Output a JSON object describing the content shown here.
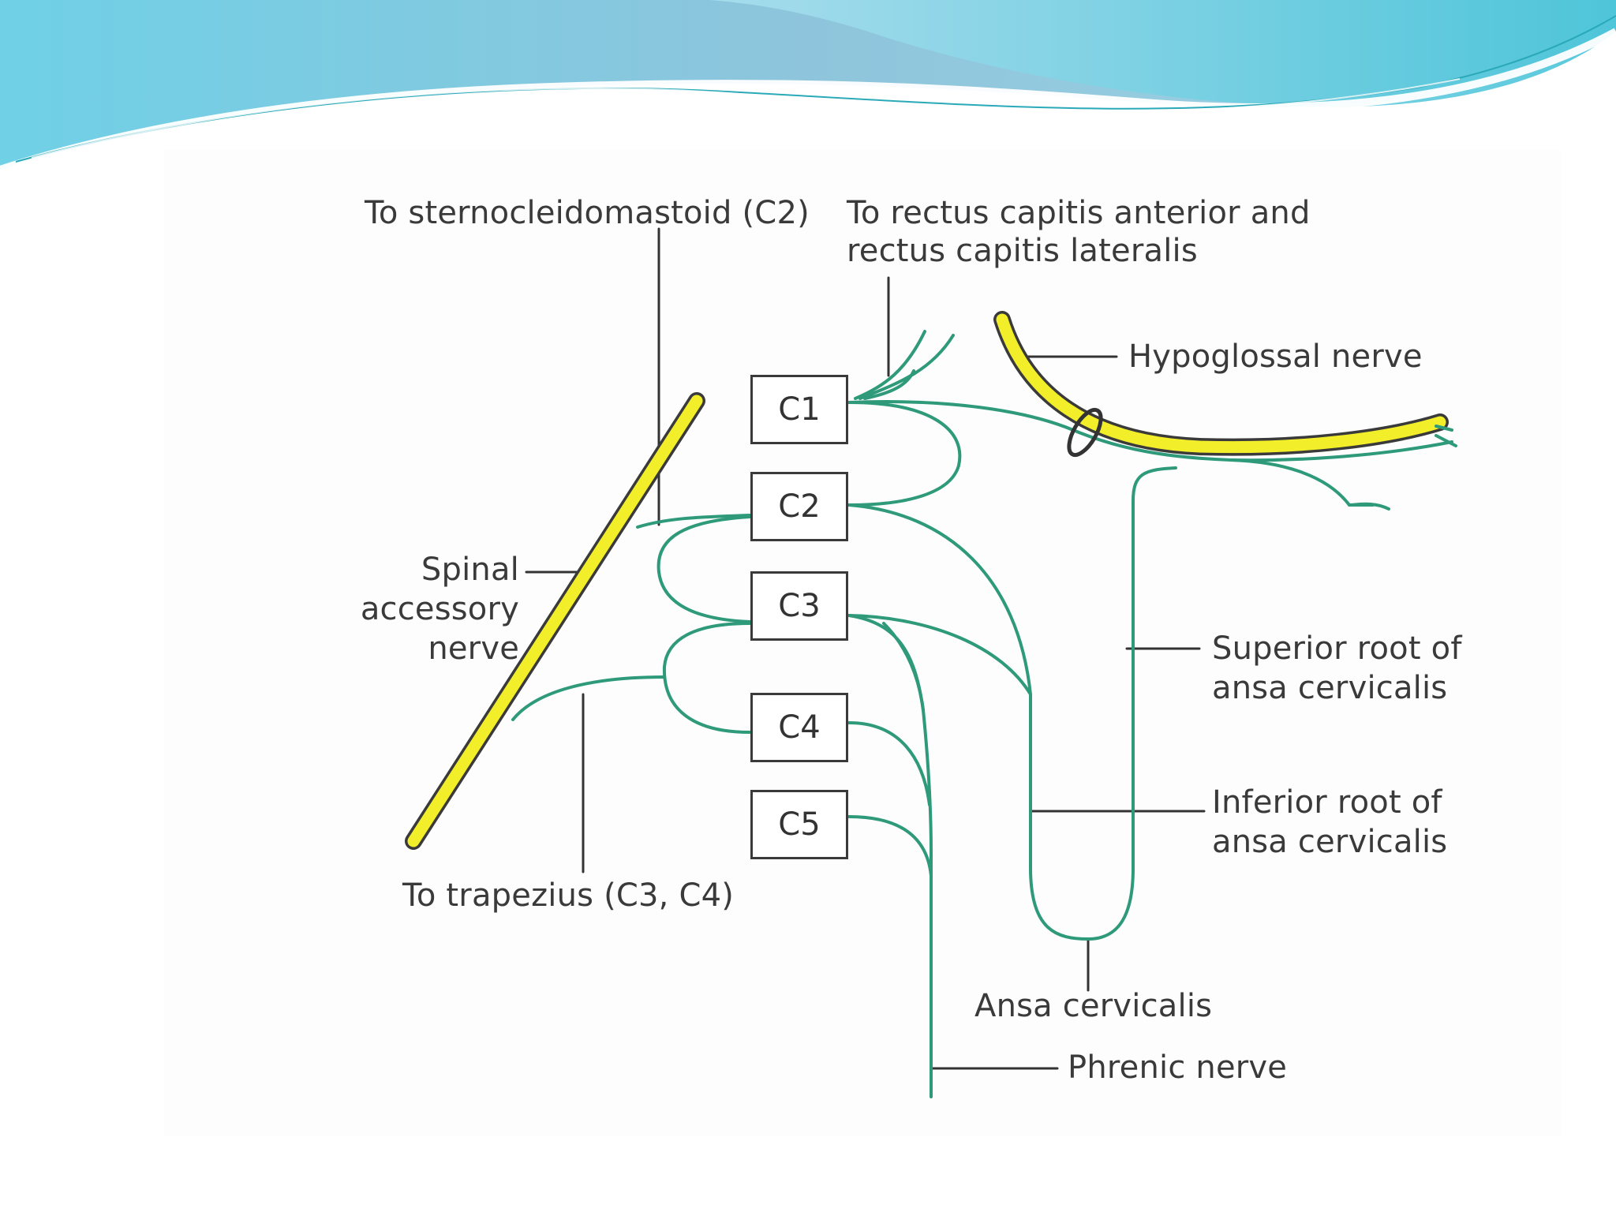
{
  "colors": {
    "nerve": "#2e9a7a",
    "yellow_nerve": "#f3ee2a",
    "yellow_outline": "#3a3a3a",
    "banner_top": "#7fc3dc",
    "banner_light": "#bfe8f0",
    "text": "#3a3a3a"
  },
  "diagram": {
    "roots": [
      "C1",
      "C2",
      "C3",
      "C4",
      "C5"
    ],
    "labels": {
      "sternocleidomastoid": "To sternocleidomastoid (C2)",
      "rectus_line1": "To rectus capitis anterior and",
      "rectus_line2": "rectus capitis lateralis",
      "hypoglossal": "Hypoglossal nerve",
      "spinal_line1": "Spinal",
      "spinal_line2": "accessory",
      "spinal_line3": "nerve",
      "superior_line1": "Superior root of",
      "superior_line2": "ansa cervicalis",
      "inferior_line1": "Inferior root of",
      "inferior_line2": "ansa cervicalis",
      "trapezius": "To trapezius (C3, C4)",
      "ansa": "Ansa cervicalis",
      "phrenic": "Phrenic nerve"
    }
  }
}
